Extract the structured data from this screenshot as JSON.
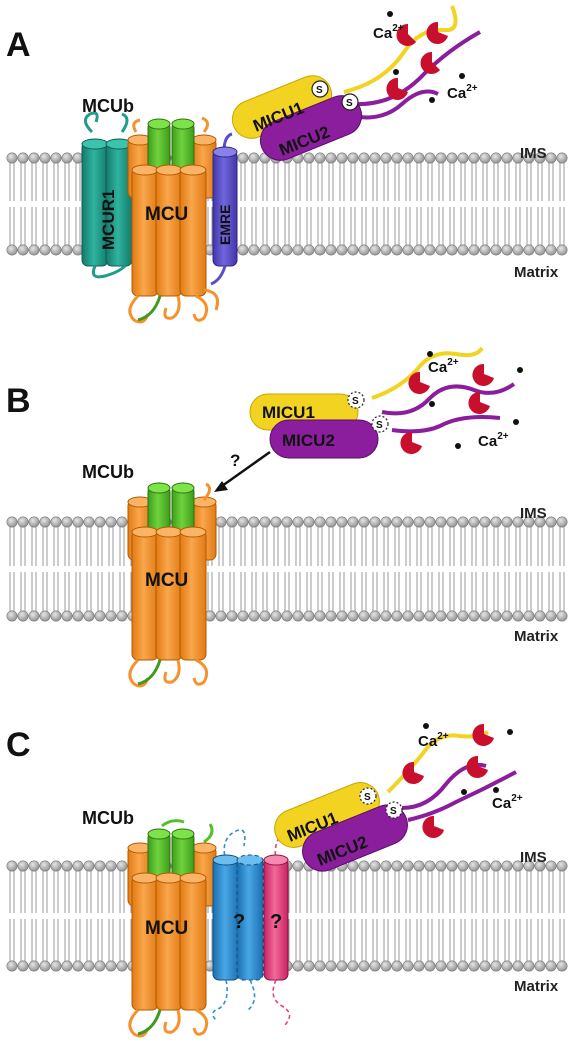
{
  "panels": [
    {
      "letter": "A",
      "compartments": {
        "top": "IMS",
        "bottom": "Matrix"
      },
      "labels": {
        "mcub": "MCUb",
        "mcur1": "MCUR1",
        "mcu": "MCU",
        "emre": "EMRE",
        "micu1": "MICU1",
        "micu2": "MICU2",
        "bond": "S"
      },
      "ions": [
        {
          "text": "Ca",
          "charge": "2+"
        },
        {
          "text": "Ca",
          "charge": "2+"
        }
      ]
    },
    {
      "letter": "B",
      "compartments": {
        "top": "IMS",
        "bottom": "Matrix"
      },
      "labels": {
        "mcub": "MCUb",
        "mcu": "MCU",
        "micu1": "MICU1",
        "micu2": "MICU2",
        "bond": "S",
        "question": "?"
      },
      "ions": [
        {
          "text": "Ca",
          "charge": "2+"
        },
        {
          "text": "Ca",
          "charge": "2+"
        }
      ]
    },
    {
      "letter": "C",
      "compartments": {
        "top": "IMS",
        "bottom": "Matrix"
      },
      "labels": {
        "mcub": "MCUb",
        "mcu": "MCU",
        "micu1": "MICU1",
        "micu2": "MICU2",
        "bond": "S",
        "unknown1": "?",
        "unknown2": "?"
      },
      "ions": [
        {
          "text": "Ca",
          "charge": "2+"
        },
        {
          "text": "Ca",
          "charge": "2+"
        }
      ]
    }
  ],
  "colors": {
    "mcu": "#f5922e",
    "mcub": "#56c02b",
    "mcur1": "#1f9c8a",
    "emre": "#5a4fc6",
    "micu1": "#f2d321",
    "micu2": "#8a1e9c",
    "calcium_binding": "#c8102e",
    "unknown_blue": "#2f8fd1",
    "unknown_pink": "#e8407a",
    "lipid_head": "#a8a8a8"
  }
}
